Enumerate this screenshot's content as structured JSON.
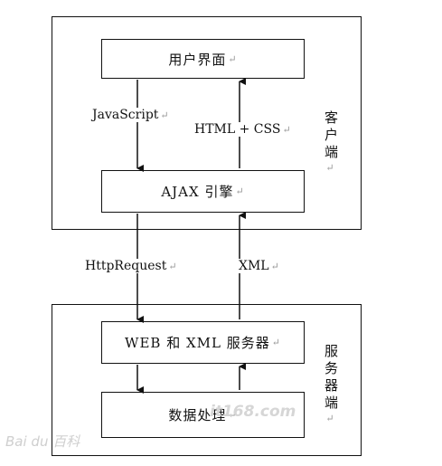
{
  "client": {
    "side_label": "客户端",
    "boxes": {
      "ui": "用户界面",
      "ajax": "AJAX 引擎"
    },
    "labels": {
      "javascript": "JavaScript",
      "html_css": "HTML + CSS"
    }
  },
  "channel": {
    "http_request": "HttpRequest",
    "xml": "XML"
  },
  "server": {
    "side_label": "服务器端",
    "boxes": {
      "web_xml": "WEB 和  XML  服务器",
      "data": "数据处理"
    }
  },
  "marks": {
    "return_mark": "↵"
  },
  "watermark": {
    "logo": "Bai du 百科",
    "site": "it168.com"
  }
}
